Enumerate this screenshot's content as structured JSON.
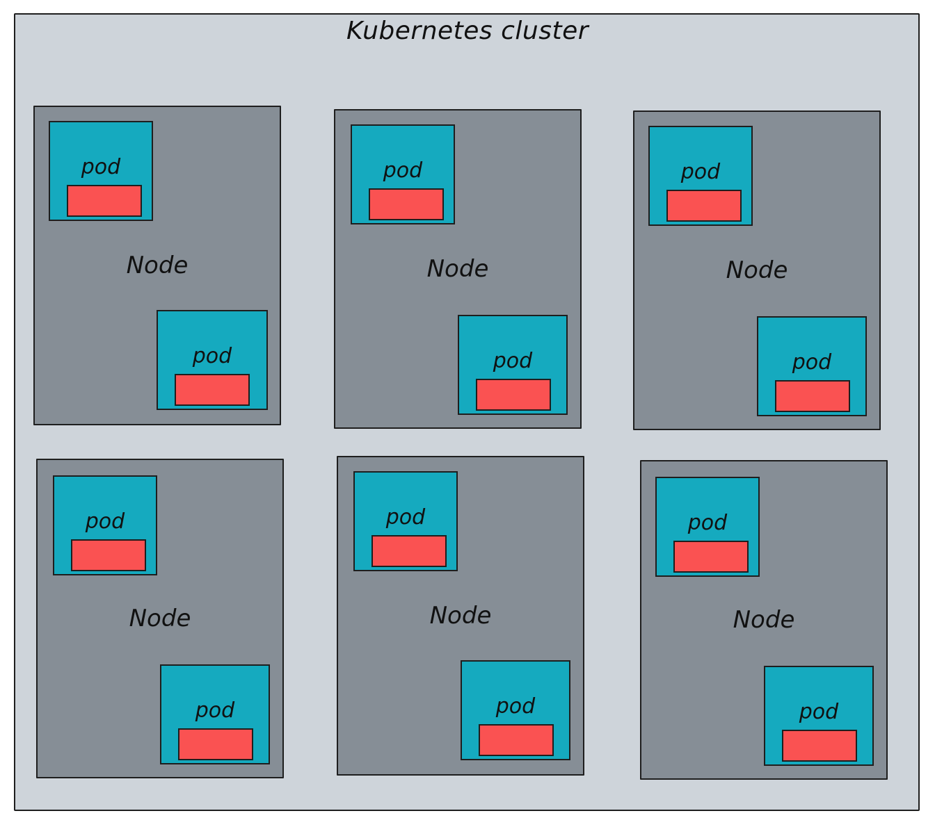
{
  "cluster": {
    "title": "Kubernetes cluster",
    "colors": {
      "cluster_fill": "#ced4da",
      "node_fill": "#868e96",
      "pod_fill": "#15aabf",
      "container_fill": "#fa5252",
      "stroke": "#1e1e1e"
    }
  },
  "nodes": [
    {
      "label": "Node",
      "pods": [
        {
          "label": "pod"
        },
        {
          "label": "pod"
        }
      ]
    },
    {
      "label": "Node",
      "pods": [
        {
          "label": "pod"
        },
        {
          "label": "pod"
        }
      ]
    },
    {
      "label": "Node",
      "pods": [
        {
          "label": "pod"
        },
        {
          "label": "pod"
        }
      ]
    },
    {
      "label": "Node",
      "pods": [
        {
          "label": "pod"
        },
        {
          "label": "pod"
        }
      ]
    },
    {
      "label": "Node",
      "pods": [
        {
          "label": "pod"
        },
        {
          "label": "pod"
        }
      ]
    },
    {
      "label": "Node",
      "pods": [
        {
          "label": "pod"
        },
        {
          "label": "pod"
        }
      ]
    }
  ]
}
